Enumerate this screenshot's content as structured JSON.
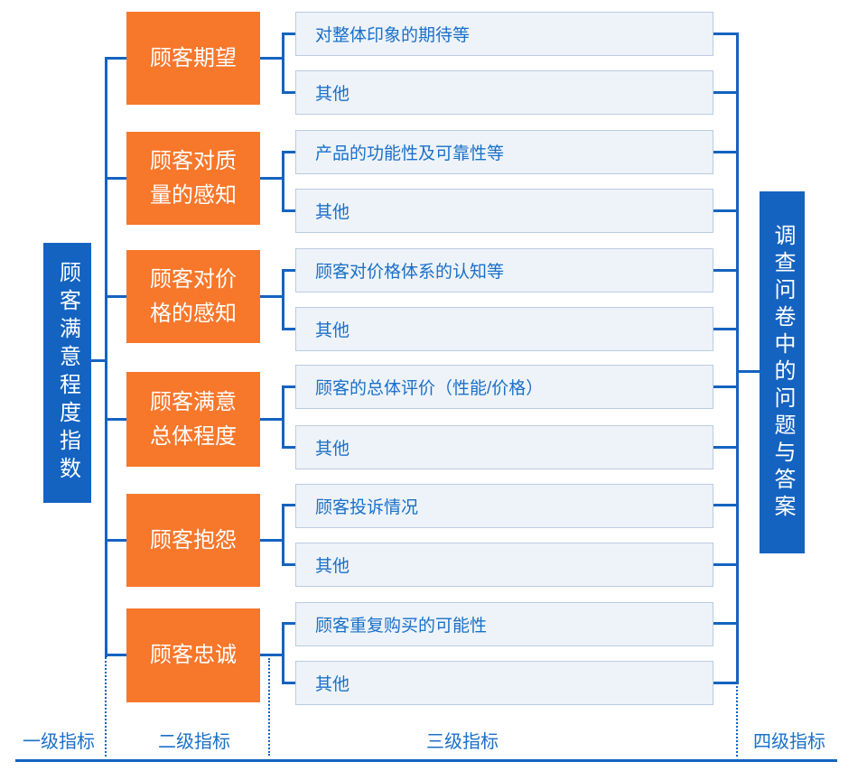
{
  "diagram": {
    "title_hint": "customer-satisfaction-index-hierarchy",
    "level1_label": "顾客满意程度指数",
    "level2": [
      {
        "label": "顾客期望",
        "items": [
          "对整体印象的期待等",
          "其他"
        ]
      },
      {
        "label": "顾客对质\n量的感知",
        "items": [
          "产品的功能性及可靠性等",
          "其他"
        ]
      },
      {
        "label": "顾客对价\n格的感知",
        "items": [
          "顾客对价格体系的认知等",
          "其他"
        ]
      },
      {
        "label": "顾客满意\n总体程度",
        "items": [
          "顾客的总体评价（性能/价格）",
          "其他"
        ]
      },
      {
        "label": "顾客抱怨",
        "items": [
          "顾客投诉情况",
          "其他"
        ]
      },
      {
        "label": "顾客忠诚",
        "items": [
          "顾客重复购买的可能性",
          "其他"
        ]
      }
    ],
    "level4_label": "调查问卷中的问题与答案",
    "axis_labels": [
      "一级指标",
      "二级指标",
      "三级指标",
      "四级指标"
    ],
    "colors": {
      "orange": "#f7772b",
      "blue": "#1463c1",
      "item_fill": "#eef3f9",
      "item_border": "#b9cce0",
      "item_text": "#1a70c8"
    }
  }
}
